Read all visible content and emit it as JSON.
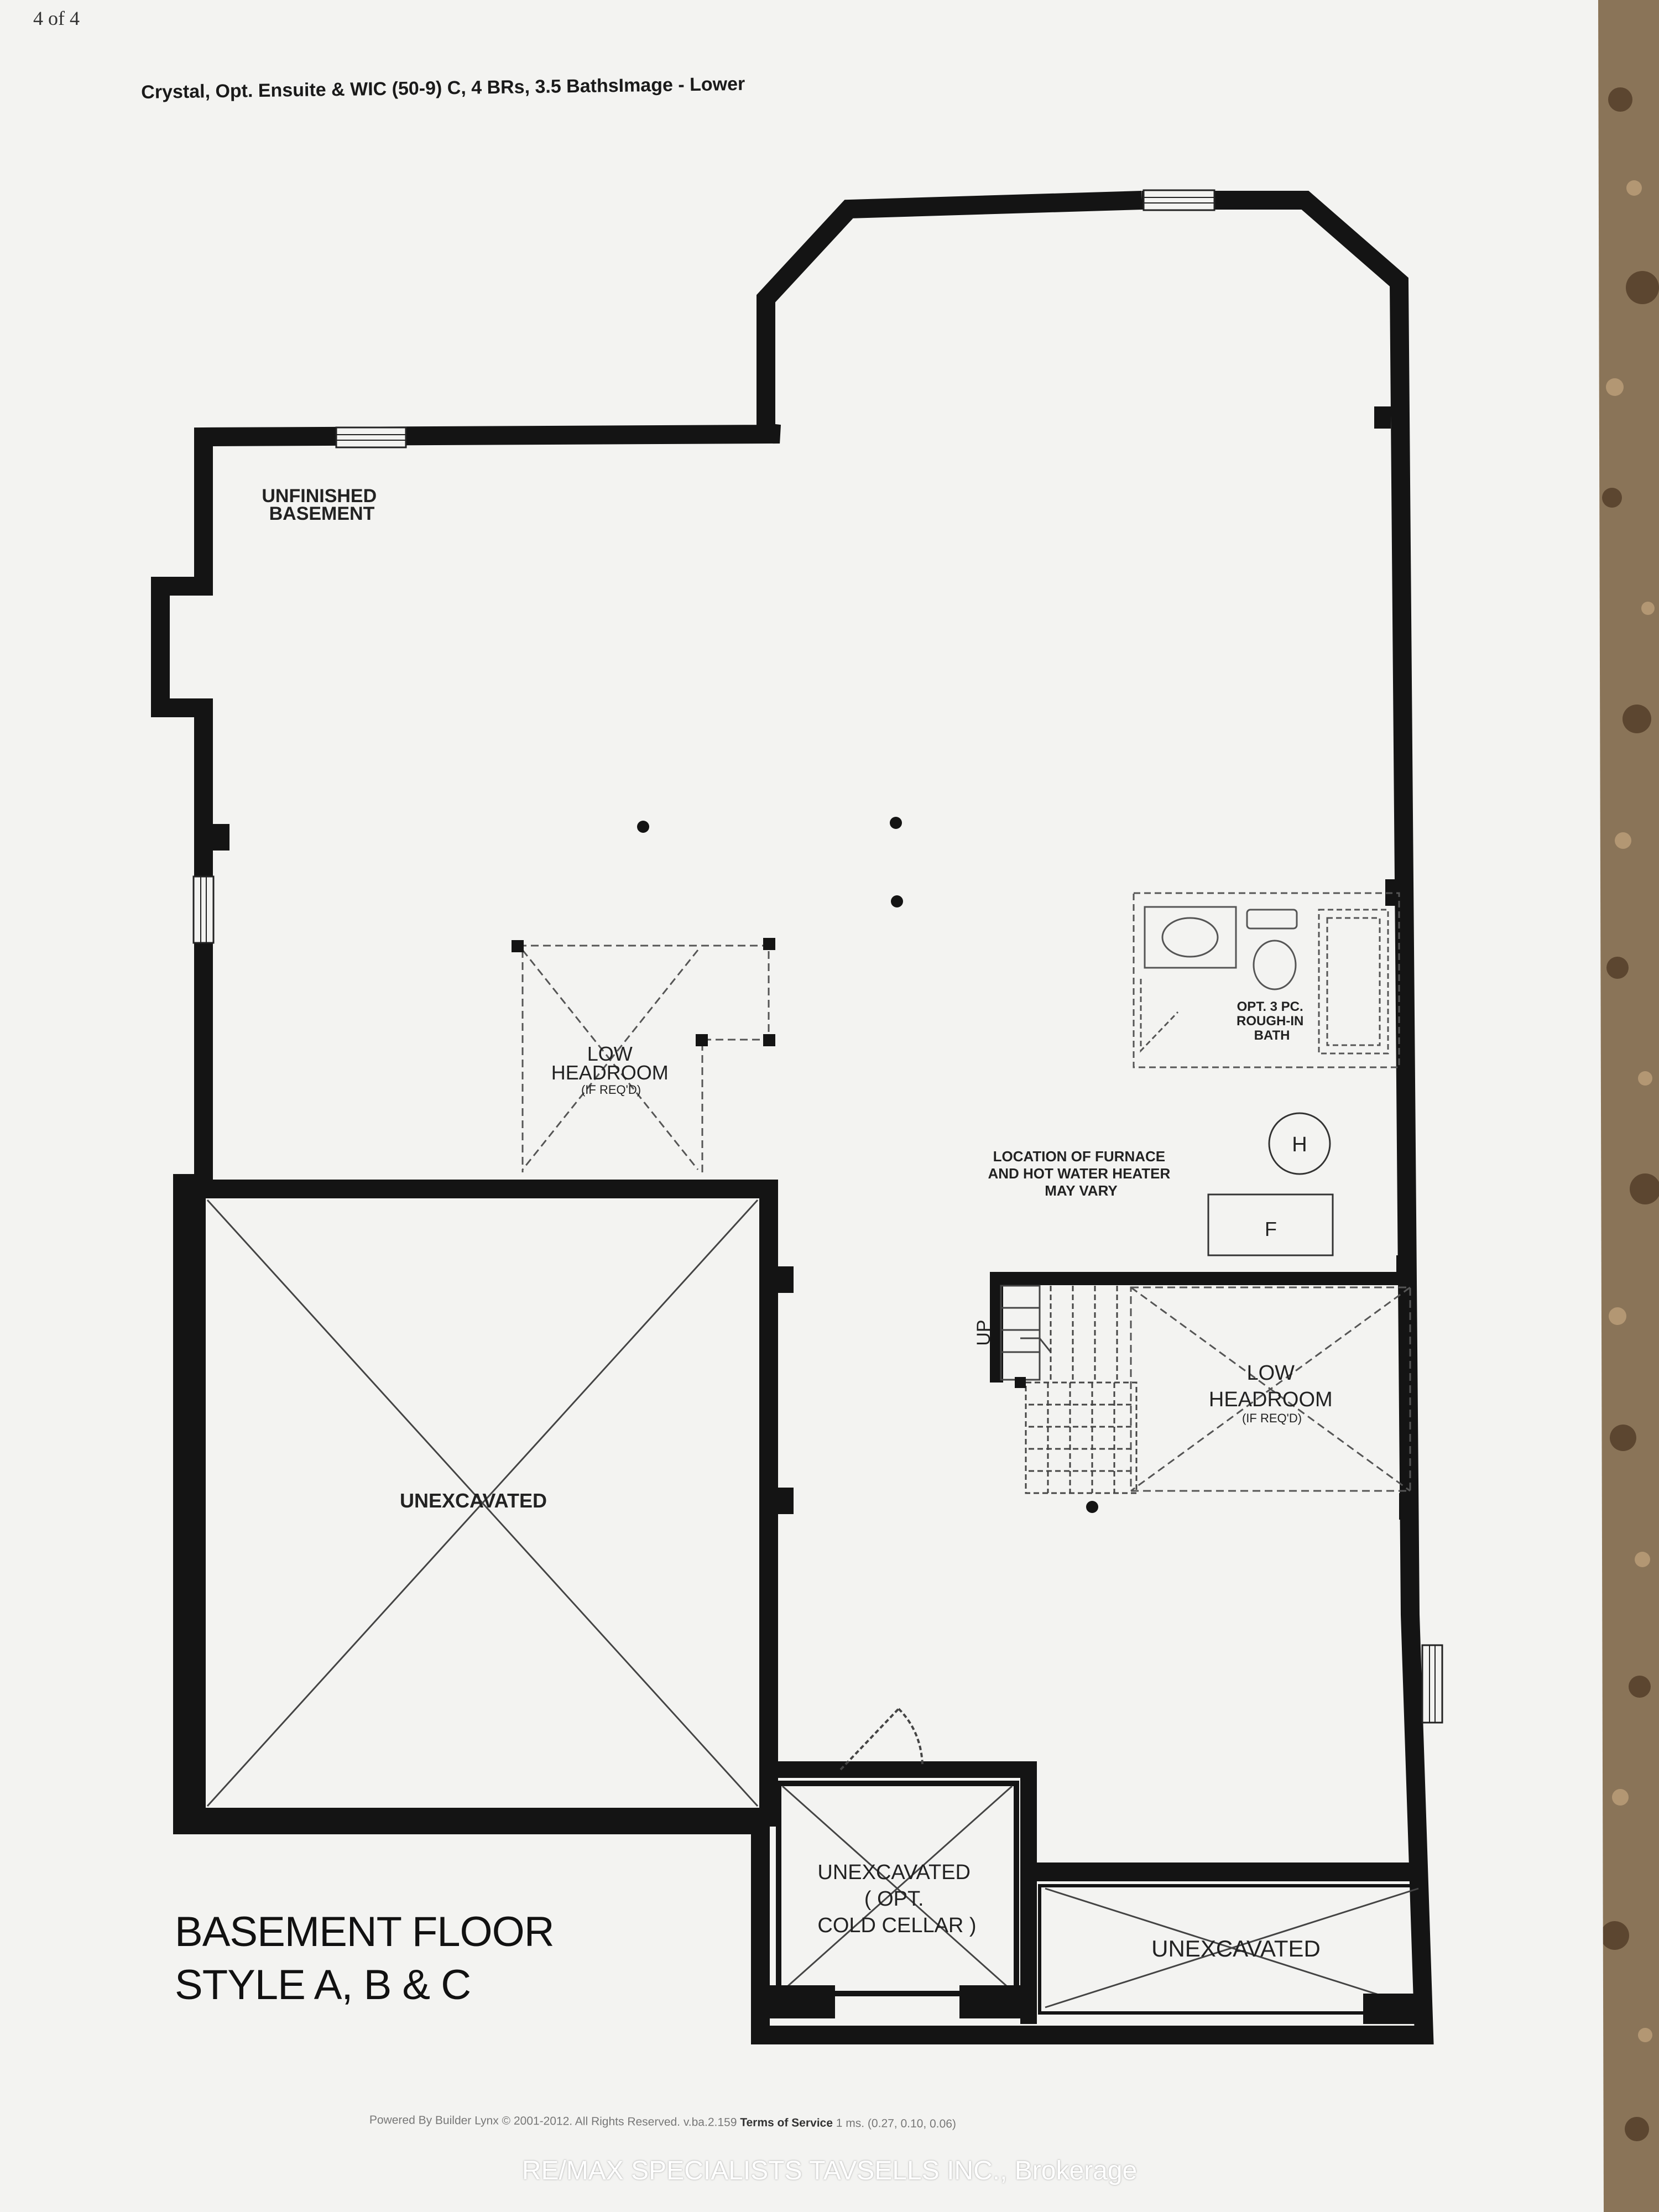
{
  "page_counter": "4 of 4",
  "header": "Crystal, Opt. Ensuite & WIC (50-9) C, 4 BRs, 3.5 BathsImage - Lower",
  "plan_title": [
    "BASEMENT FLOOR",
    "STYLE A, B & C"
  ],
  "rooms": {
    "unfinished_basement": [
      "UNFINISHED",
      "BASEMENT"
    ],
    "low_headroom_left": [
      "LOW",
      "HEADROOM",
      "(IF REQ'D)"
    ],
    "bath": [
      "OPT. 3 PC.",
      "ROUGH-IN",
      "BATH"
    ],
    "furnace_note": [
      "LOCATION OF FURNACE",
      "AND HOT WATER HEATER",
      "MAY VARY"
    ],
    "heater_symbol": "H",
    "furnace_symbol": "F",
    "stair_label": "UP",
    "low_headroom_right": [
      "LOW",
      "HEADROOM",
      "(IF REQ'D)"
    ],
    "unexcavated_main": "UNEXCAVATED",
    "cold_cellar": [
      "UNEXCAVATED",
      "( OPT.",
      "COLD CELLAR )"
    ],
    "unexcavated_bottom": "UNEXCAVATED"
  },
  "footer": {
    "powered_by": "Powered By Builder Lynx © 2001-2012. All Rights Reserved. v.ba.2.159",
    "terms": "Terms of Service",
    "timing": "1 ms. (0.27, 0.10, 0.06)"
  },
  "watermark": "RE/MAX SPECIALISTS TAVSELLS INC., Brokerage",
  "colors": {
    "wall": "#141414",
    "paper": "#f3f3f1",
    "counter": "#8a7458"
  }
}
